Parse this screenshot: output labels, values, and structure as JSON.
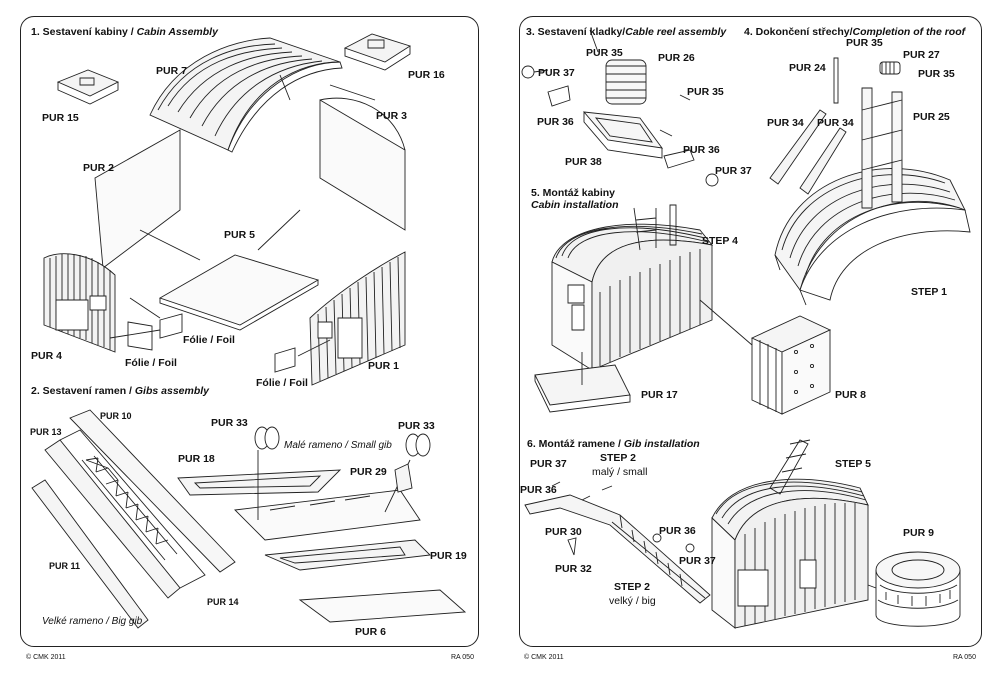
{
  "left_page": {
    "sections": {
      "cabin_assembly": {
        "number_cz": "1. Sestavení kabiny / ",
        "en": "Cabin Assembly"
      },
      "gibs_assembly": {
        "number_cz": "2. Sestavení ramen / ",
        "en": "Gibs assembly"
      }
    },
    "parts": {
      "pur7": "PUR 7",
      "pur16": "PUR 16",
      "pur15": "PUR 15",
      "pur3": "PUR 3",
      "pur2": "PUR 2",
      "pur5": "PUR 5",
      "pur4": "PUR 4",
      "pur1": "PUR 1",
      "foil_a": "Fólie / Foil",
      "foil_b": "Fólie / Foil",
      "foil_c": "Fólie / Foil",
      "pur10": "PUR 10",
      "pur13": "PUR 13",
      "pur33a": "PUR 33",
      "pur33b": "PUR 33",
      "pur18": "PUR 18",
      "pur29": "PUR 29",
      "pur11": "PUR 11",
      "pur14": "PUR 14",
      "pur19": "PUR 19",
      "pur6": "PUR 6"
    },
    "captions": {
      "small_gib": "Malé rameno / Small gib",
      "big_gib": "Velké rameno / Big gib"
    },
    "footer": {
      "copyright": "© CMK 2011",
      "code": "RA 050"
    }
  },
  "right_page": {
    "sections": {
      "cable_reel": {
        "number_cz": "3. Sestavení kladky/",
        "en": "Cable reel assembly"
      },
      "roof": {
        "number_cz": "4. Dokončení střechy/",
        "en": "Completion of the roof"
      },
      "cabin_install_cz": "5. Montáž kabiny",
      "cabin_install_en": "Cabin installation",
      "gib_install": {
        "number_cz": "6. Montáž ramene / ",
        "en": "Gib installation"
      }
    },
    "parts": {
      "pur35a": "PUR 35",
      "pur26": "PUR 26",
      "pur37a": "PUR 37",
      "pur35b": "PUR 35",
      "pur36a": "PUR 36",
      "pur36b": "PUR 36",
      "pur38": "PUR 38",
      "pur37b": "PUR 37",
      "pur35c": "PUR 35",
      "pur27": "PUR 27",
      "pur24": "PUR 24",
      "pur35d": "PUR 35",
      "pur34a": "PUR 34",
      "pur34b": "PUR 34",
      "pur25": "PUR 25",
      "step4": "STEP 4",
      "step1": "STEP 1",
      "pur17": "PUR 17",
      "pur8": "PUR 8",
      "pur37c": "PUR 37",
      "step2_small": "STEP 2",
      "step2_small_sub": "malý / small",
      "pur36c": "PUR 36",
      "step5": "STEP 5",
      "pur30": "PUR 30",
      "pur36d": "PUR 36",
      "pur9": "PUR 9",
      "pur32": "PUR 32",
      "pur37d": "PUR 37",
      "step2_big": "STEP 2",
      "step2_big_sub": "velký / big"
    },
    "footer": {
      "copyright": "© CMK 2011",
      "code": "RA 050"
    }
  }
}
